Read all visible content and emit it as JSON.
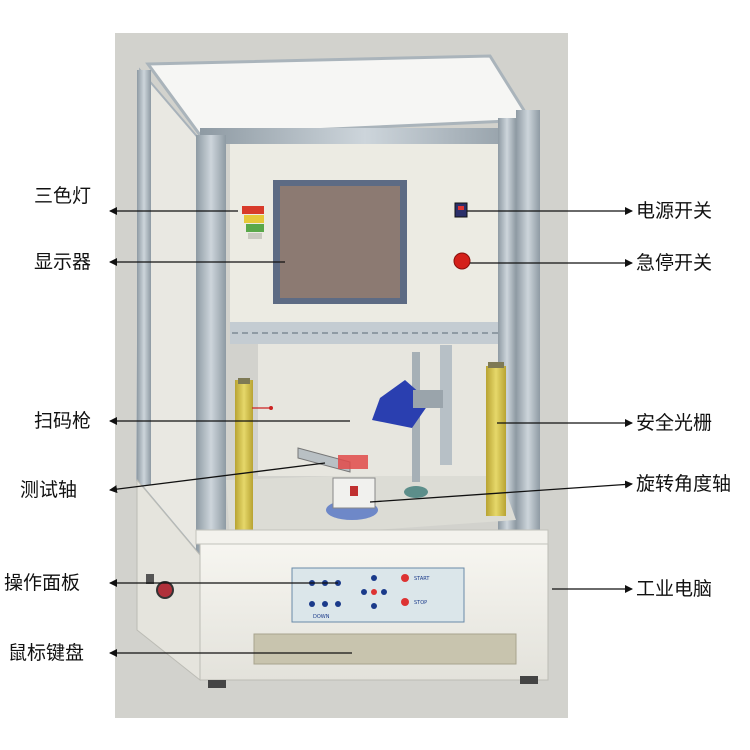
{
  "labels": {
    "tricolor_light": "三色灯",
    "display": "显示器",
    "scanner": "扫码枪",
    "test_shaft": "测试轴",
    "control_panel": "操作面板",
    "mouse_keyboard": "鼠标键盘",
    "power_switch": "电源开关",
    "estop_switch": "急停开关",
    "safety_curtain": "安全光栅",
    "rotation_shaft": "旋转角度轴",
    "industrial_pc": "工业电脑"
  },
  "panel": {
    "start": "START",
    "stop": "STOP",
    "down": "DOWN"
  },
  "colors": {
    "frame": "#b9c3cb",
    "pillar": "#a8b3bb",
    "back_panel": "#ecebe3",
    "screen": "#8c7a72",
    "screen_bezel": "#5d6b84",
    "base": "#f4f3ee",
    "light_curtain": "#d8c54e",
    "estop": "#d4201a",
    "scanner": "#2a3fb0",
    "panel_bg": "#dbe6ea"
  }
}
